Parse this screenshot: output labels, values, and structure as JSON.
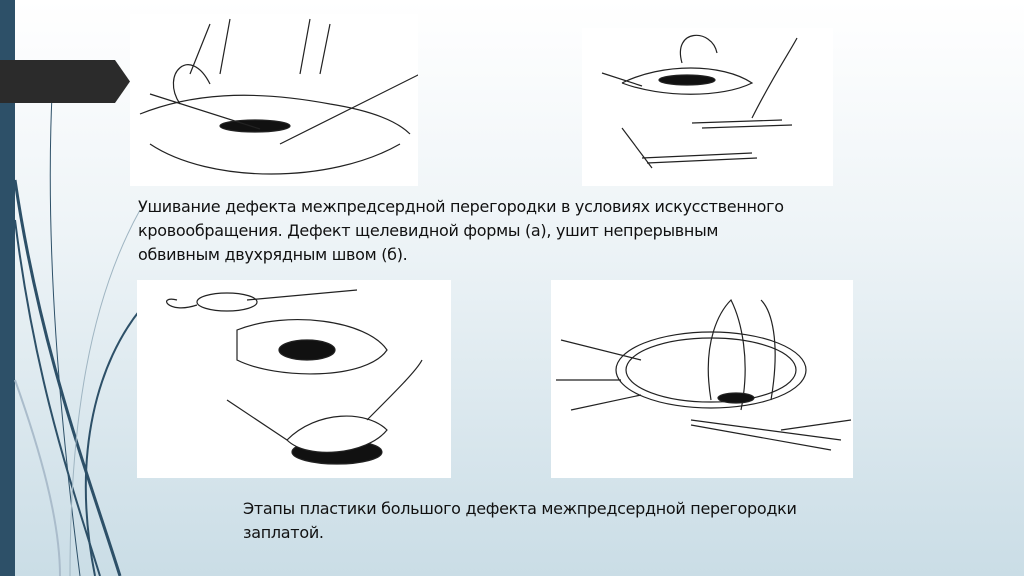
{
  "caption_top": {
    "line1": "Ушивание дефекта межпредсердной перегородки в условиях искусственного",
    "line2": "кровообращения. Дефект щелевидной формы (а), ушит непрерывным",
    "line3": "обвивным двухрядным швом (б)."
  },
  "caption_bottom": {
    "line1": "Этапы пластики большого дефекта межпредсердной перегородки",
    "line2": "заплатой."
  },
  "colors": {
    "sidebar": "#2d5068",
    "banner": "#2b2b2b"
  }
}
